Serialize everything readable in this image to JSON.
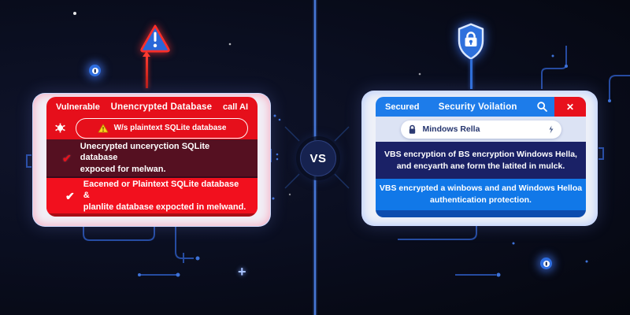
{
  "scene": {
    "vs": "VS"
  },
  "icons": {
    "check": "✔",
    "close": "✕",
    "sparkle": "+"
  },
  "colors": {
    "background": "#0a0e20",
    "divider_blue": "#4a7de0",
    "vulnerable_red": "#e60f1b",
    "maroon_block": "#551021",
    "bright_red_block": "#f2101e",
    "secure_header_blue": "#1d7cea",
    "navy_block": "#1a2166",
    "bright_blue_block": "#1178e8",
    "warning_yellow": "#ffd21e",
    "frame_white": "#f1eef6"
  },
  "left_panel": {
    "header": {
      "badge": "Vulnerable",
      "title": "Unencrypted Database",
      "action": "call AI"
    },
    "alert_pill": "W/s plaintext SQLite database",
    "items": [
      {
        "line1": "Unecrypted unceryction SQLite database",
        "line2": "expoced for melwan."
      },
      {
        "line1": "Eacened or Plaintext SQLite database &",
        "line2": "planlite database expocted in melwand."
      }
    ]
  },
  "right_panel": {
    "header": {
      "badge": "Secured",
      "title": "Security Voilation"
    },
    "search_pill": "Mindows Rella",
    "items": [
      {
        "line1": "VBS encryption of BS encryption Windows Hella,",
        "line2": "and encyarth ane form the latited in mulck."
      },
      {
        "line1": "VBS encrypted a winbows and and Windows Helloa",
        "line2": "authentication protection."
      }
    ]
  }
}
